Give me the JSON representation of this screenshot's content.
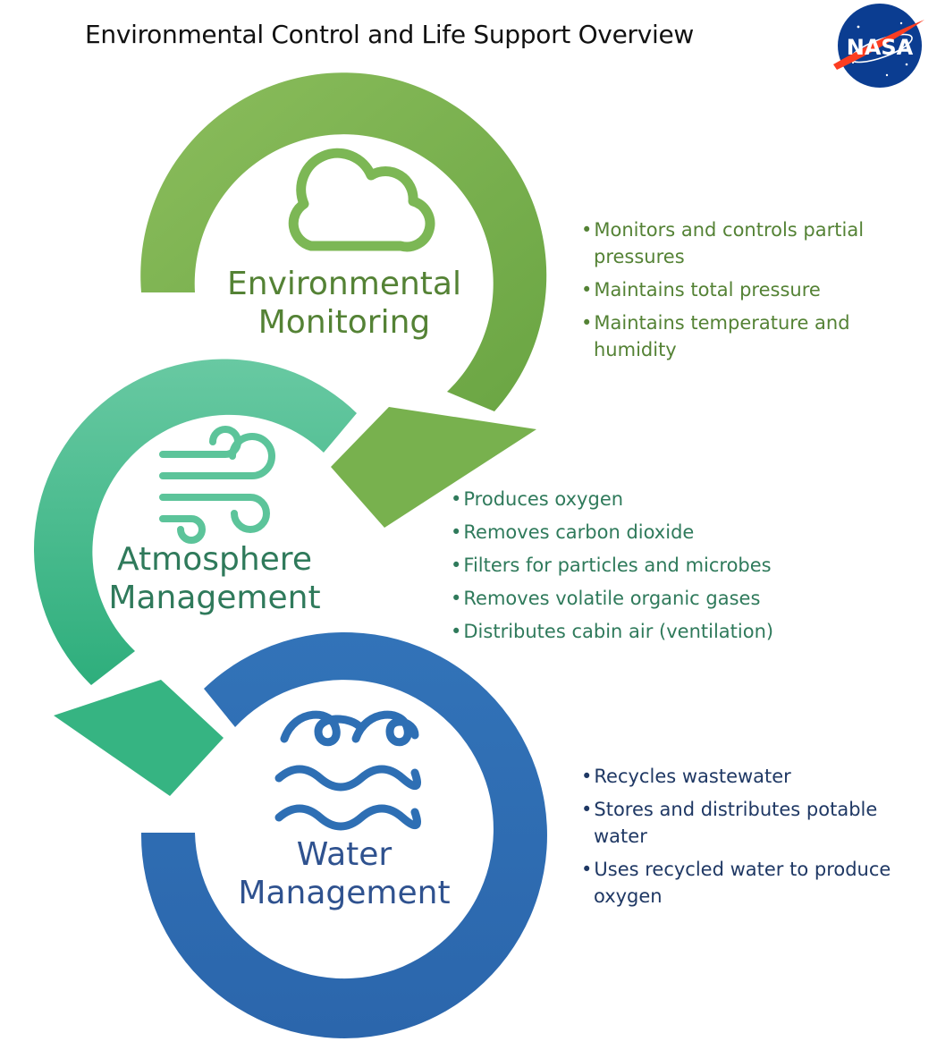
{
  "title": "Environmental Control and Life Support Overview",
  "logo": {
    "text": "NASA",
    "colors": {
      "disc": "#0b3d91",
      "swoosh": "#fc3d21",
      "text": "#ffffff"
    }
  },
  "colors": {
    "environmental": "#70ad47",
    "atmosphere": "#3fbf94",
    "water": "#2e6fb4"
  },
  "nodes": [
    {
      "id": "environmental",
      "icon": "cloud-icon",
      "label": [
        "Environmental",
        "Monitoring"
      ],
      "bullets": [
        "Monitors and controls partial pressures",
        "Maintains total pressure",
        "Maintains temperature and humidity"
      ]
    },
    {
      "id": "atmosphere",
      "icon": "wind-icon",
      "label": [
        "Atmosphere",
        "Management"
      ],
      "bullets": [
        "Produces oxygen",
        "Removes carbon dioxide",
        "Filters for particles and microbes",
        "Removes volatile organic gases",
        "Distributes cabin air (ventilation)"
      ]
    },
    {
      "id": "water",
      "icon": "waves-icon",
      "label": [
        "Water",
        "Management"
      ],
      "bullets": [
        "Recycles wastewater",
        "Stores and distributes potable water",
        "Uses recycled water to produce oxygen"
      ]
    }
  ]
}
